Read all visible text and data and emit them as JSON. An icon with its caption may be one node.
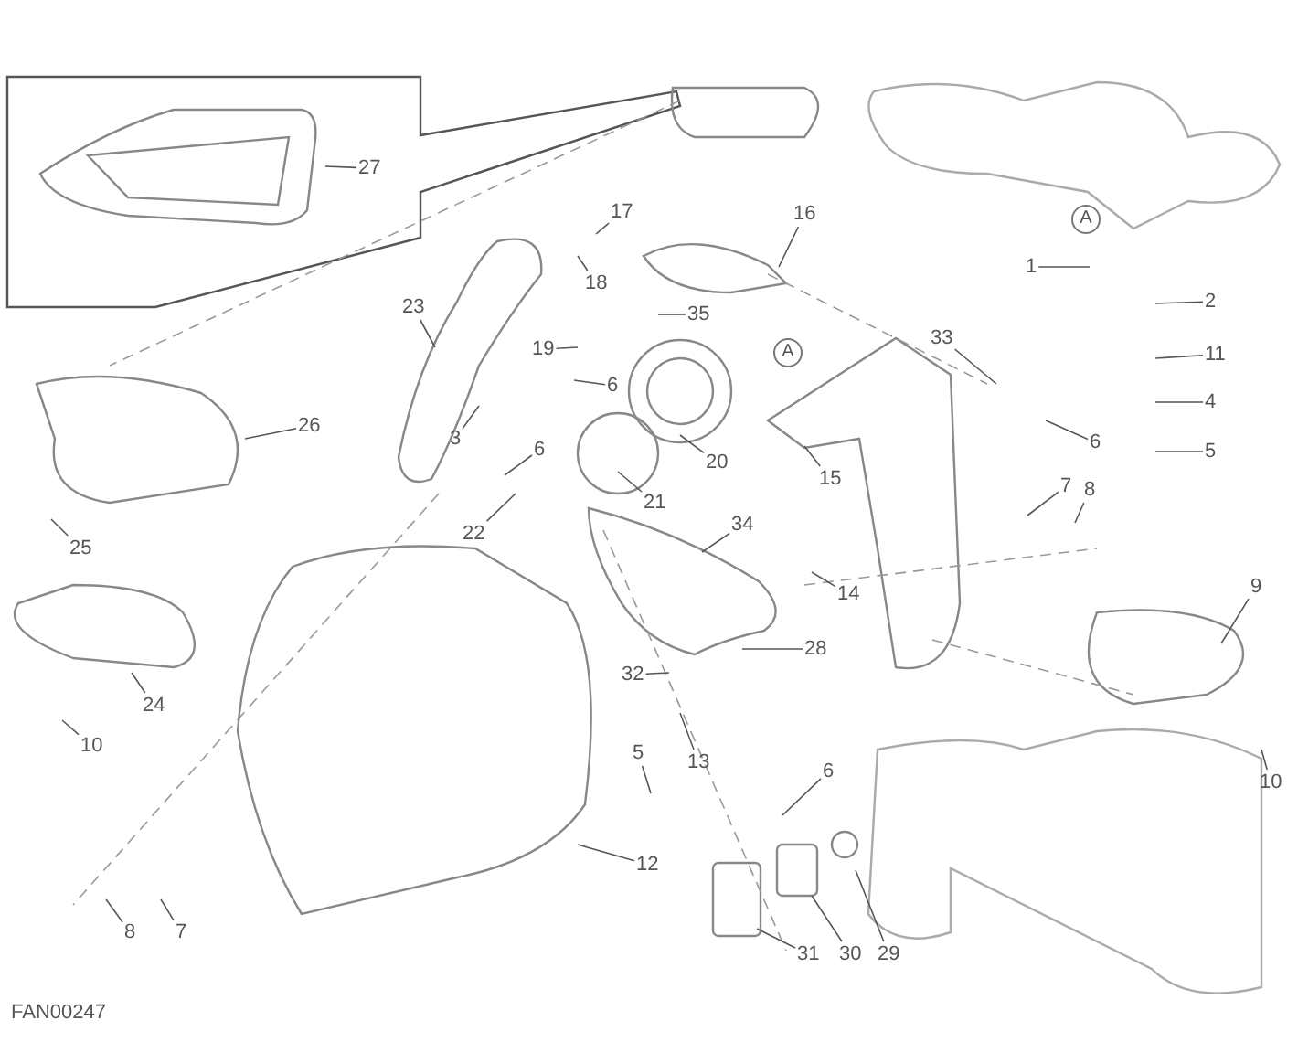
{
  "diagram": {
    "nodes": [
      {
        "text": [
          "27"
        ]
      },
      {
        "text": [
          "17"
        ]
      },
      {
        "text": [
          "16"
        ]
      },
      {
        "text": [
          "18"
        ]
      },
      {
        "text": [
          "35"
        ]
      },
      {
        "text": [
          "19"
        ]
      },
      {
        "text": [
          "23"
        ]
      },
      {
        "text": [
          "6"
        ]
      },
      {
        "text": [
          "3"
        ]
      },
      {
        "text": [
          "6"
        ]
      },
      {
        "text": [
          "26"
        ]
      },
      {
        "text": [
          "20"
        ]
      },
      {
        "text": [
          "21"
        ]
      },
      {
        "text": [
          "15"
        ]
      },
      {
        "text": [
          "33"
        ]
      },
      {
        "text": [
          "1"
        ]
      },
      {
        "text": [
          "2"
        ]
      },
      {
        "text": [
          "11"
        ]
      },
      {
        "text": [
          "4"
        ]
      },
      {
        "text": [
          "5"
        ]
      },
      {
        "text": [
          "6"
        ]
      },
      {
        "text": [
          "7"
        ]
      },
      {
        "text": [
          "8"
        ]
      },
      {
        "text": [
          "22"
        ]
      },
      {
        "text": [
          "34"
        ]
      },
      {
        "text": [
          "25"
        ]
      },
      {
        "text": [
          "14"
        ]
      },
      {
        "text": [
          "28"
        ]
      },
      {
        "text": [
          "32"
        ]
      },
      {
        "text": [
          "13"
        ]
      },
      {
        "text": [
          "5"
        ]
      },
      {
        "text": [
          "12"
        ]
      },
      {
        "text": [
          "24"
        ]
      },
      {
        "text": [
          "10"
        ]
      },
      {
        "text": [
          "9"
        ]
      },
      {
        "text": [
          "10"
        ]
      },
      {
        "text": [
          "6"
        ]
      },
      {
        "text": [
          "8"
        ]
      },
      {
        "text": [
          "7"
        ]
      },
      {
        "text": [
          "31"
        ]
      },
      {
        "text": [
          "30"
        ]
      },
      {
        "text": [
          "29"
        ]
      }
    ],
    "edges": [
      {
        "from": 0,
        "to": null,
        "arrow": "none"
      },
      {
        "from": 1,
        "to": null,
        "arrow": "none"
      },
      {
        "from": 2,
        "to": null,
        "arrow": "none"
      },
      {
        "from": 3,
        "to": null,
        "arrow": "none"
      },
      {
        "from": 4,
        "to": null,
        "arrow": "none"
      },
      {
        "from": 5,
        "to": null,
        "arrow": "none"
      },
      {
        "from": 6,
        "to": null,
        "arrow": "none"
      },
      {
        "from": 7,
        "to": null,
        "arrow": "none"
      },
      {
        "from": 8,
        "to": null,
        "arrow": "none"
      },
      {
        "from": 9,
        "to": null,
        "arrow": "none"
      },
      {
        "from": 10,
        "to": null,
        "arrow": "none"
      },
      {
        "from": 11,
        "to": null,
        "arrow": "none"
      },
      {
        "from": 12,
        "to": null,
        "arrow": "none"
      },
      {
        "from": 13,
        "to": null,
        "arrow": "none"
      },
      {
        "from": 14,
        "to": null,
        "arrow": "none"
      },
      {
        "from": 15,
        "to": null,
        "arrow": "none"
      },
      {
        "from": 16,
        "to": null,
        "arrow": "none"
      },
      {
        "from": 17,
        "to": null,
        "arrow": "none"
      },
      {
        "from": 18,
        "to": null,
        "arrow": "none"
      },
      {
        "from": 19,
        "to": null,
        "arrow": "none"
      },
      {
        "from": 20,
        "to": null,
        "arrow": "none"
      },
      {
        "from": 21,
        "to": null,
        "arrow": "none"
      },
      {
        "from": 22,
        "to": null,
        "arrow": "none"
      },
      {
        "from": 23,
        "to": null,
        "arrow": "none"
      },
      {
        "from": 24,
        "to": null,
        "arrow": "none"
      },
      {
        "from": 25,
        "to": null,
        "arrow": "none"
      },
      {
        "from": 26,
        "to": null,
        "arrow": "none"
      },
      {
        "from": 27,
        "to": null,
        "arrow": "none"
      },
      {
        "from": 28,
        "to": null,
        "arrow": "none"
      },
      {
        "from": 29,
        "to": null,
        "arrow": "none"
      },
      {
        "from": 30,
        "to": null,
        "arrow": "none"
      },
      {
        "from": 31,
        "to": null,
        "arrow": "none"
      },
      {
        "from": 32,
        "to": null,
        "arrow": "none"
      },
      {
        "from": 33,
        "to": null,
        "arrow": "none"
      },
      {
        "from": 34,
        "to": null,
        "arrow": "none"
      },
      {
        "from": 35,
        "to": null,
        "arrow": "none"
      },
      {
        "from": 36,
        "to": null,
        "arrow": "none"
      },
      {
        "from": 37,
        "to": null,
        "arrow": "none"
      },
      {
        "from": 38,
        "to": null,
        "arrow": "none"
      },
      {
        "from": 39,
        "to": null,
        "arrow": "none"
      },
      {
        "from": 40,
        "to": null,
        "arrow": "none"
      },
      {
        "from": 41,
        "to": null,
        "arrow": "none"
      }
    ],
    "labels": [
      "A",
      "A",
      "FAN00247"
    ]
  }
}
